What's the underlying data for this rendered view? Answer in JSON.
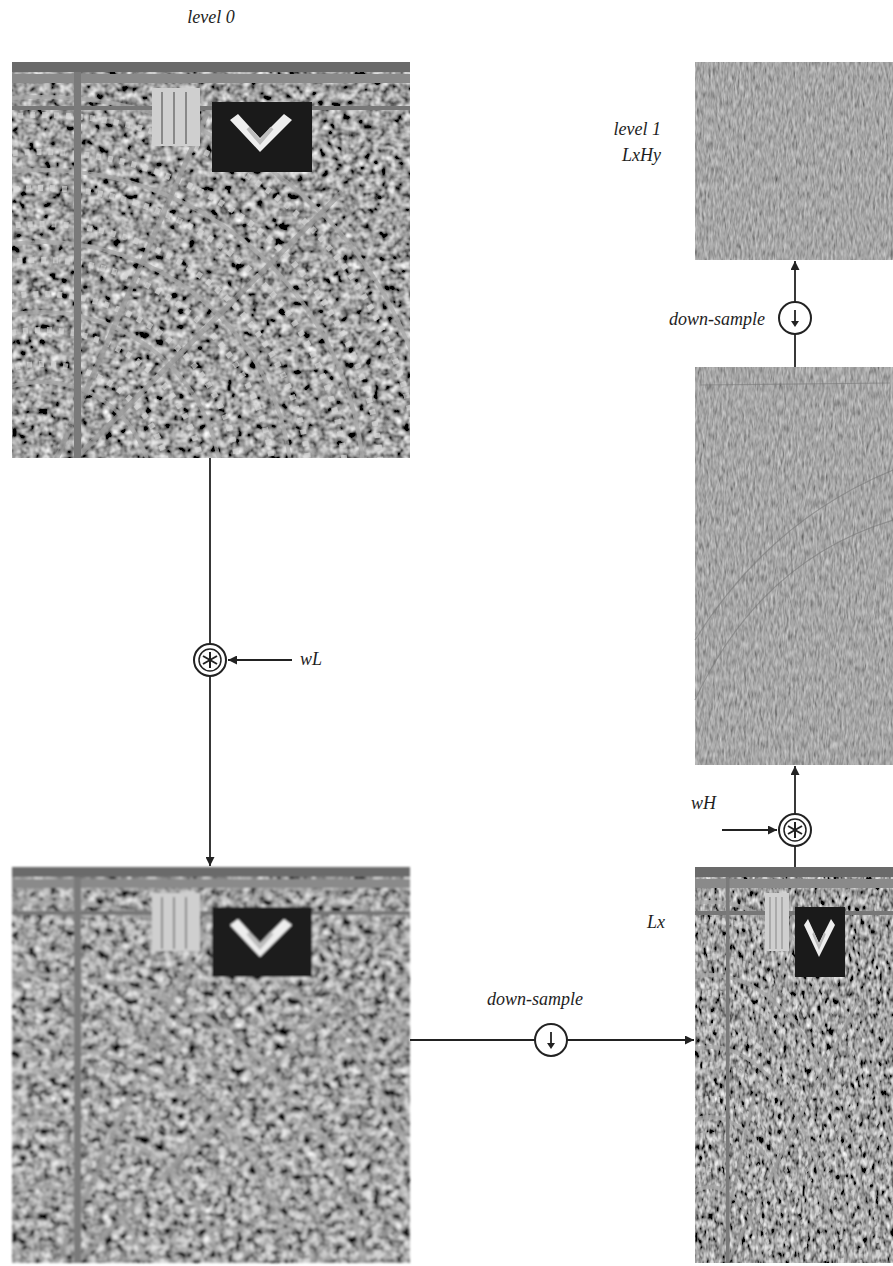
{
  "diagram": {
    "nodes": [
      {
        "text": [
          "level 0"
        ]
      },
      {
        "text": [
          "level 1",
          "LxHy"
        ]
      },
      {
        "text": [
          "Lx"
        ]
      }
    ],
    "labels": [
      "down-sample",
      "wL",
      "wH",
      "down-sample"
    ]
  }
}
